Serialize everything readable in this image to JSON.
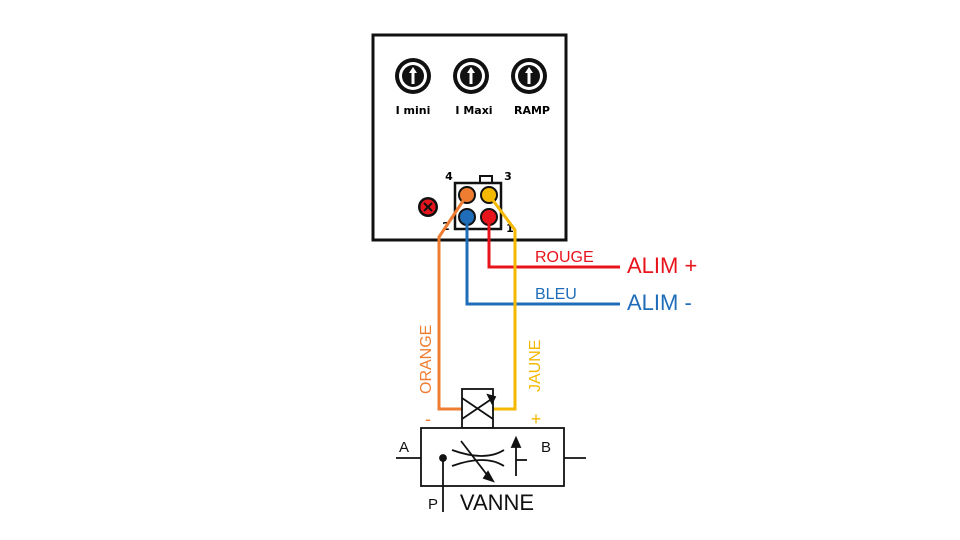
{
  "colors": {
    "orange": "#ee7d31",
    "yellow": "#f5b800",
    "red": "#e8141c",
    "blue": "#1f6db8",
    "black": "#111111"
  },
  "knobs": [
    {
      "label": "I mini",
      "icon": "potentiometer-icon"
    },
    {
      "label": "I Maxi",
      "icon": "potentiometer-icon"
    },
    {
      "label": "RAMP",
      "icon": "potentiometer-icon"
    }
  ],
  "indicator": {
    "icon": "fault-led-icon"
  },
  "connector": {
    "pins": [
      "1",
      "2",
      "3",
      "4"
    ]
  },
  "wires": {
    "rouge": "ROUGE",
    "bleu": "BLEU",
    "orange": "ORANGE",
    "jaune": "JAUNE"
  },
  "power": {
    "positive": "ALIM +",
    "negative": "ALIM -"
  },
  "valve": {
    "title": "VANNE",
    "port_a": "A",
    "port_b": "B",
    "port_p": "P",
    "minus": "-",
    "plus": "+"
  }
}
